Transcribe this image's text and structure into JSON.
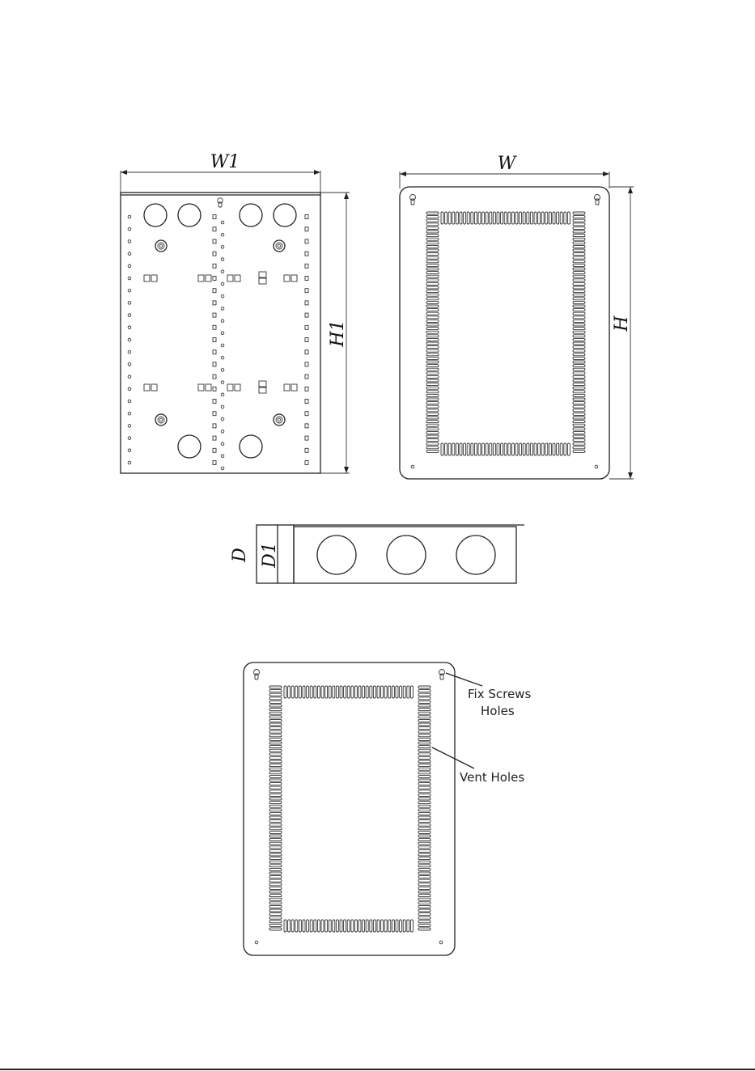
{
  "dimensions": {
    "w1": "W1",
    "w": "W",
    "h1": "H1",
    "h": "H",
    "d": "D",
    "d1": "D1"
  },
  "callouts": {
    "fix_screws_line1": "Fix Screws",
    "fix_screws_line2": "Holes",
    "vent_holes": "Vent Holes"
  }
}
